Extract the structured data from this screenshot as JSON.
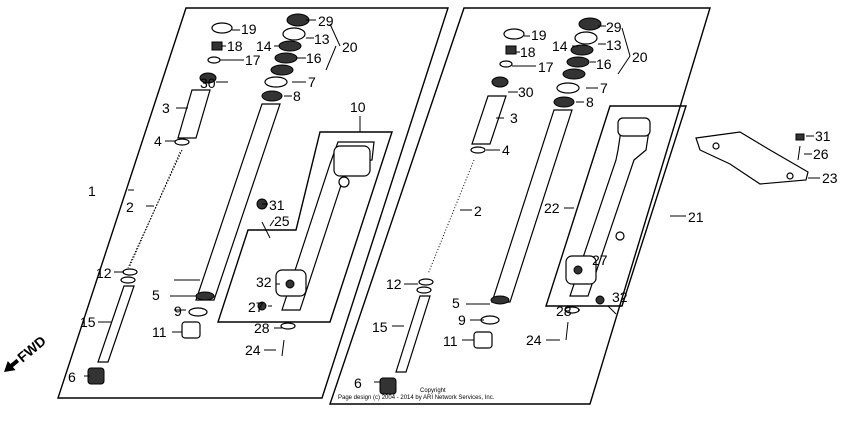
{
  "labels": {
    "p1": "1",
    "p2": "2",
    "p3": "3",
    "p4": "4",
    "p5": "5",
    "p6": "6",
    "p7": "7",
    "p8": "8",
    "p9": "9",
    "p10": "10",
    "p11": "11",
    "p12": "12",
    "p13": "13",
    "p14": "14",
    "p15": "15",
    "p16": "16",
    "p17": "17",
    "p18": "18",
    "p19": "19",
    "p20": "20",
    "p21": "21",
    "p22": "22",
    "p23": "23",
    "p24": "24",
    "p25": "25",
    "p26": "26",
    "p27": "27",
    "p28": "28",
    "p29": "29",
    "p30": "30",
    "p31": "31",
    "p32": "32"
  },
  "fwd_label": "FWD",
  "copyright_line1": "Copyright",
  "copyright_line2": "Page design (c) 2004 - 2014 by ARI Network Services, Inc."
}
